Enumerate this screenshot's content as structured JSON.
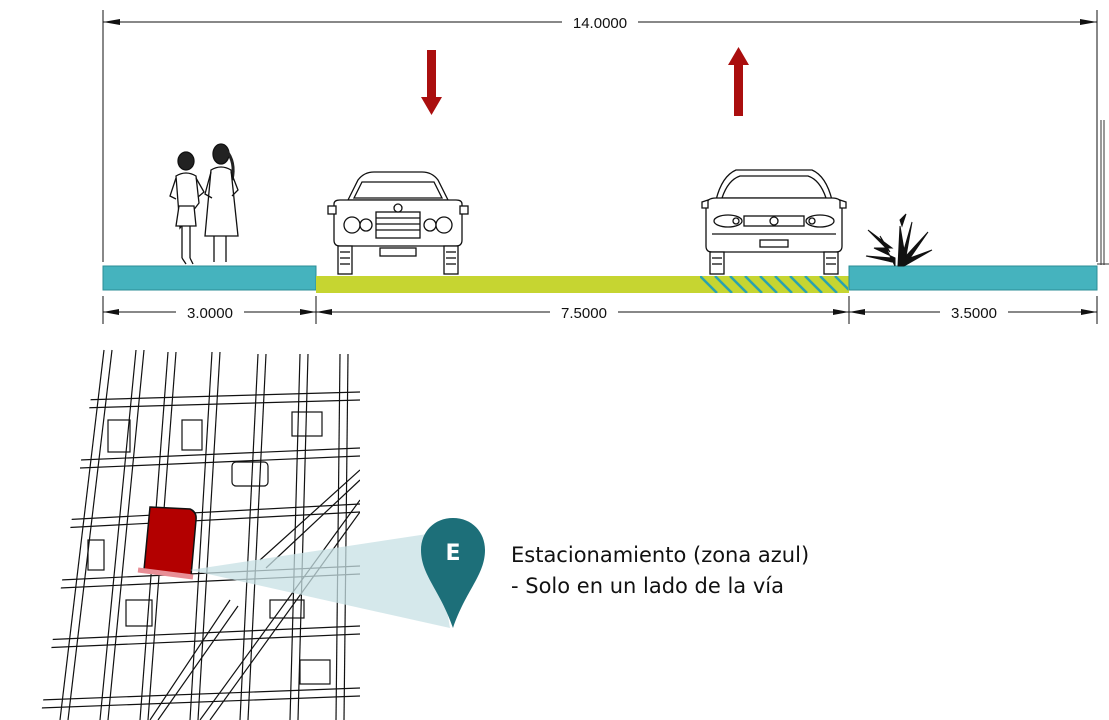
{
  "section": {
    "total_width_label": "14.0000",
    "left_sidewalk_label": "3.0000",
    "roadway_label": "7.5000",
    "right_sidewalk_label": "3.5000",
    "colors": {
      "sidewalk": "#45b3be",
      "roadway": "#c6d531",
      "parking_hatch": "#2aa2ae",
      "arrow": "#aa0e0e"
    },
    "icons": [
      "pedestrians-icon",
      "car-front-icon",
      "car-front-icon",
      "plant-icon",
      "arrow-down-icon",
      "arrow-up-icon"
    ]
  },
  "map": {
    "highlight_color": "#b30000",
    "highlight_street_color": "#e88e96",
    "marker": {
      "letter": "E",
      "color": "#1d6f79"
    }
  },
  "legend": {
    "line1": "Estacionamiento (zona azul)",
    "line2": "- Solo en un lado de la vía"
  }
}
